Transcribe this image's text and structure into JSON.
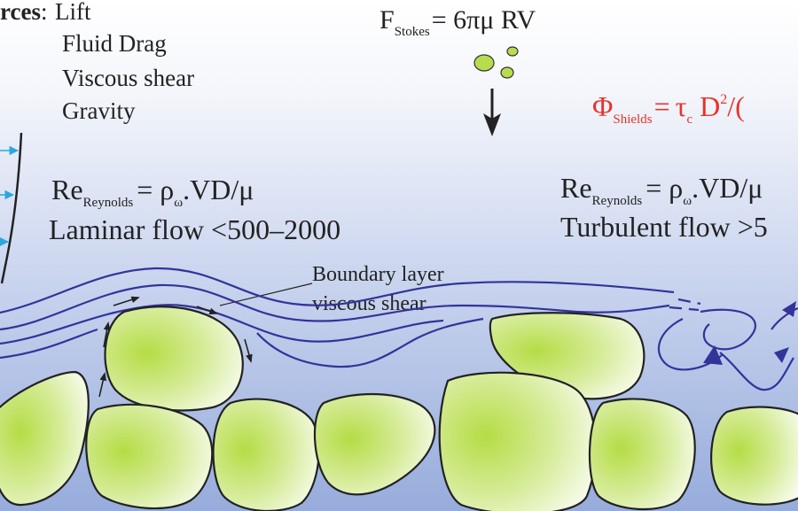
{
  "forces": {
    "heading": "rces",
    "colon": ":",
    "items": [
      "Lift",
      "Fluid Drag",
      "Viscous shear",
      "Gravity"
    ]
  },
  "stokes": {
    "F": "F",
    "sub": "Stokes",
    "rhs": "= 6πμ RV"
  },
  "shields": {
    "Phi": "Φ",
    "sub": "Shields",
    "eq": "=",
    "tau": "τ",
    "tau_sub": "c",
    "rhs_a": "D",
    "rhs_sup": "2",
    "rhs_b": "/("
  },
  "laminar": {
    "re": "Re",
    "re_sub": "Reynolds",
    "re_rhs": "= ρ",
    "rho_sub": "ω",
    "re_tail": ".VD/μ",
    "flow": "Laminar flow <500–2000"
  },
  "turbulent": {
    "re": "Re",
    "re_sub": "Reynolds",
    "re_rhs": "= ρ",
    "rho_sub": "ω",
    "re_tail": ".VD/μ",
    "flow": "Turbulent flow >5"
  },
  "boundary": {
    "line1": "Boundary layer",
    "line2": "viscous shear"
  },
  "colors": {
    "sky_top": "#ffffff",
    "sky_bottom": "#9fb4de",
    "stream": "#33339a",
    "grain_fill": "#b7dc4e",
    "annotation_red": "#e8322b",
    "velocity_arrow": "#29a8e0"
  }
}
